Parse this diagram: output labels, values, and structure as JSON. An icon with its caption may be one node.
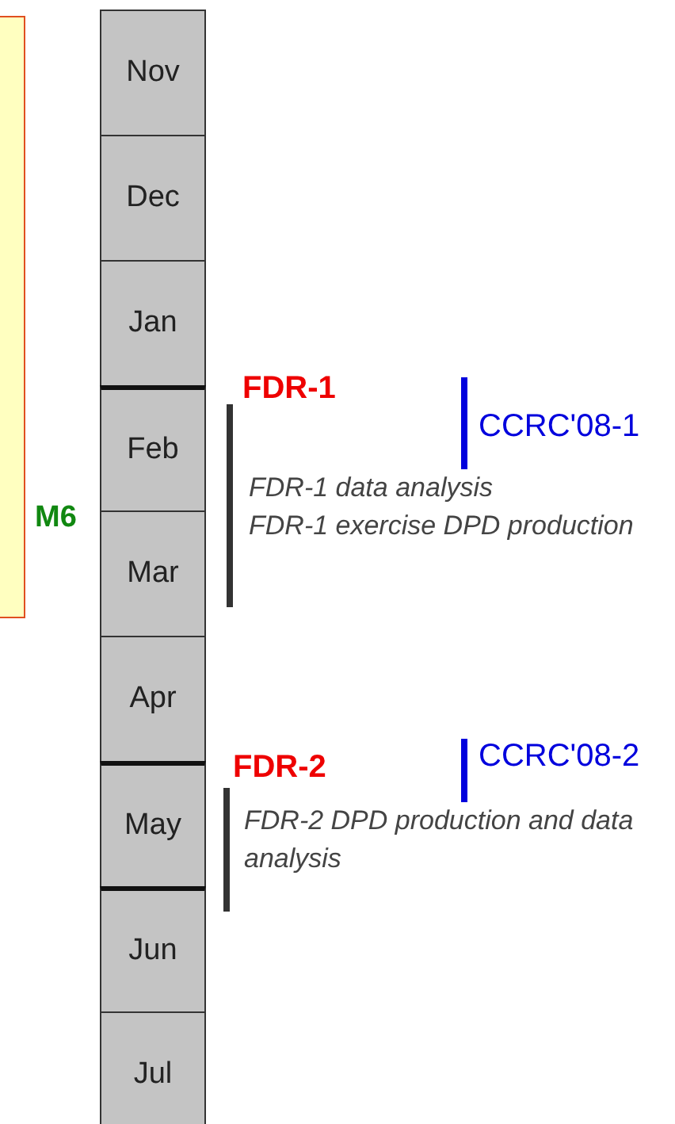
{
  "diagram": {
    "nodes": [
      {
        "text": [],
        "shape": "box",
        "beside": [
          "M6"
        ]
      },
      {
        "text": [
          "Nov"
        ]
      },
      {
        "text": [
          "Dec"
        ]
      },
      {
        "text": [
          "Jan"
        ]
      },
      {
        "text": [
          "Feb"
        ]
      },
      {
        "text": [
          "Mar"
        ]
      },
      {
        "text": [
          "Apr"
        ]
      },
      {
        "text": [
          "May"
        ]
      },
      {
        "text": [
          "Jun"
        ]
      },
      {
        "text": [
          "Jul"
        ]
      }
    ],
    "edges": [],
    "labels": [
      "FDR-1",
      "CCRC'08-1",
      "FDR-1 data analysis",
      "FDR-1 exercise DPD production",
      "FDR-2",
      "CCRC'08-2",
      "FDR-2 DPD production and data analysis"
    ]
  }
}
